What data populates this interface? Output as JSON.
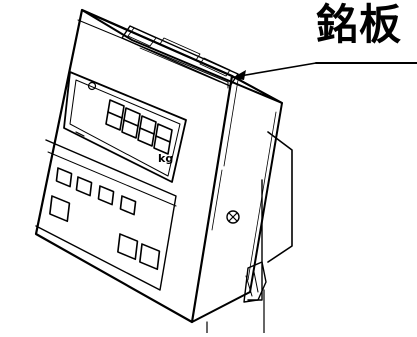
{
  "callout": {
    "label": "銘板"
  },
  "display": {
    "reading": "8.8.8.8",
    "unit": "kg"
  },
  "keypad": {
    "small_keys": 4,
    "large_keys": 3
  }
}
